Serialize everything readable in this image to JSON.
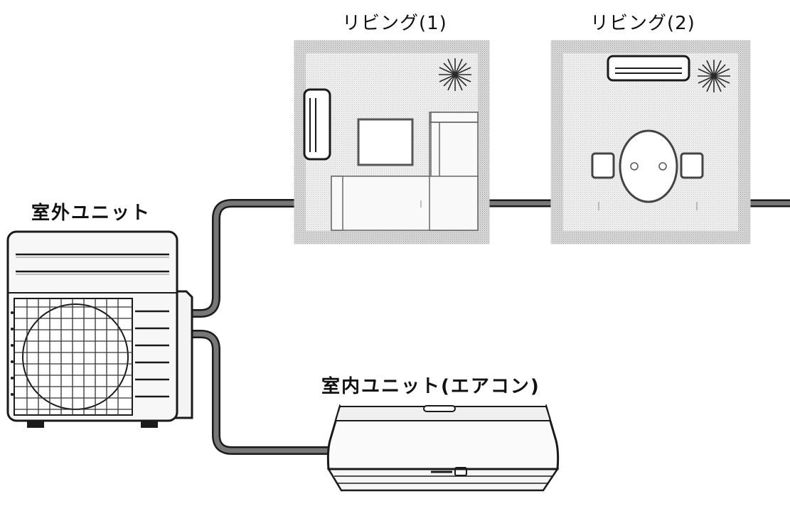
{
  "labels": {
    "outdoor_unit": "室外ユニット",
    "indoor_unit": "室内ユニット(エアコン)",
    "room1": "リビング(1)",
    "room2": "リビング(2)"
  },
  "colors": {
    "line": "#1a1a1a",
    "pipe": "#555555",
    "room_floor": "#e8e8e8",
    "room_edge": "#cfcfcf",
    "plant": "#333333"
  }
}
